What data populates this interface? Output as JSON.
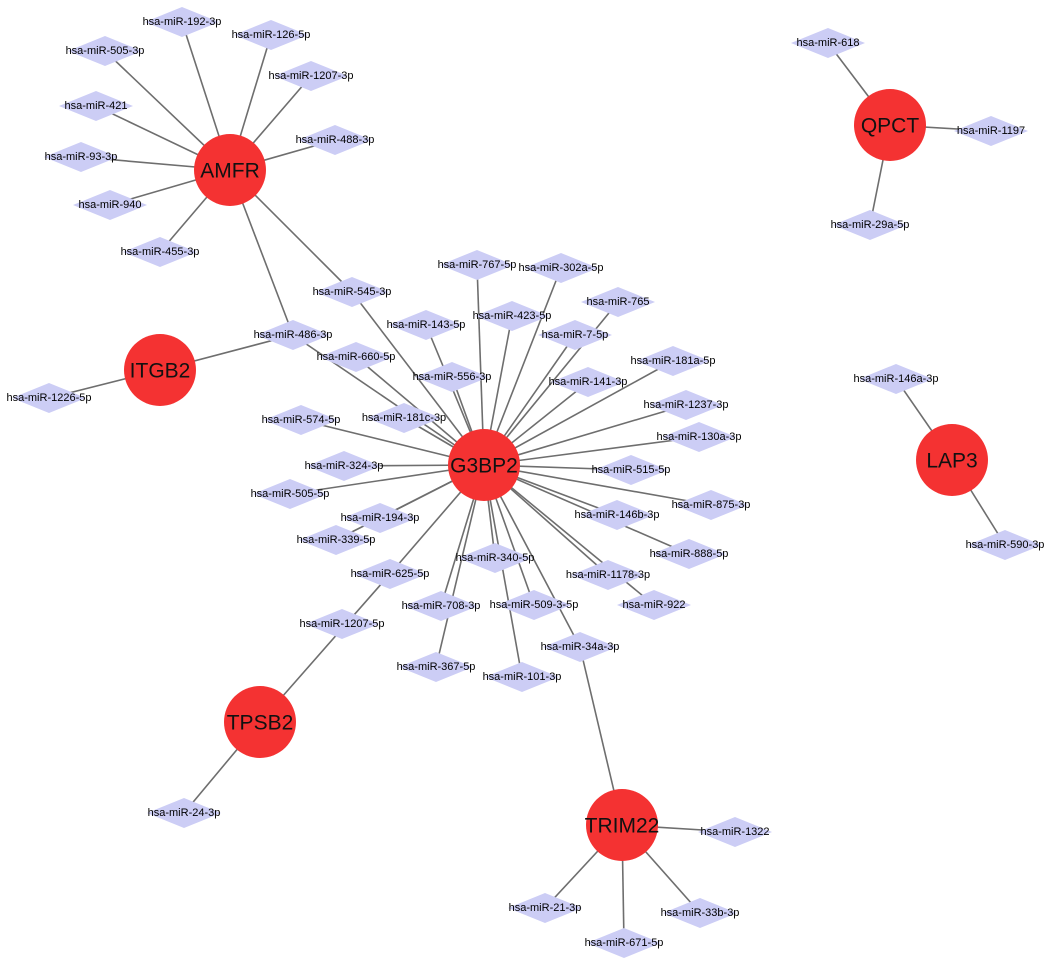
{
  "colors": {
    "gene": "#f43232",
    "mirna": "#cccdf5",
    "edge": "#6e6e6e"
  },
  "genes": [
    "AMFR",
    "ITGB2",
    "G3BP2",
    "TPSB2",
    "TRIM22",
    "QPCT",
    "LAP3"
  ],
  "mirnas": [
    "hsa-miR-192-3p",
    "hsa-miR-126-5p",
    "hsa-miR-505-3p",
    "hsa-miR-1207-3p",
    "hsa-miR-421",
    "hsa-miR-488-3p",
    "hsa-miR-93-3p",
    "hsa-miR-940",
    "hsa-miR-455-3p",
    "hsa-miR-545-3p",
    "hsa-miR-486-3p",
    "hsa-miR-1226-5p",
    "hsa-miR-767-5p",
    "hsa-miR-302a-5p",
    "hsa-miR-423-5p",
    "hsa-miR-765",
    "hsa-miR-143-5p",
    "hsa-miR-7-5p",
    "hsa-miR-660-5p",
    "hsa-miR-181a-5p",
    "hsa-miR-556-3p",
    "hsa-miR-141-3p",
    "hsa-miR-1237-3p",
    "hsa-miR-181c-3p",
    "hsa-miR-574-5p",
    "hsa-miR-130a-3p",
    "hsa-miR-324-3p",
    "hsa-miR-515-5p",
    "hsa-miR-505-5p",
    "hsa-miR-875-3p",
    "hsa-miR-194-3p",
    "hsa-miR-146b-3p",
    "hsa-miR-339-5p",
    "hsa-miR-888-5p",
    "hsa-miR-340-5p",
    "hsa-miR-625-5p",
    "hsa-miR-1178-3p",
    "hsa-miR-708-3p",
    "hsa-miR-509-3-5p",
    "hsa-miR-922",
    "hsa-miR-1207-5p",
    "hsa-miR-34a-3p",
    "hsa-miR-367-5p",
    "hsa-miR-101-3p",
    "hsa-miR-24-3p",
    "hsa-miR-1322",
    "hsa-miR-21-3p",
    "hsa-miR-33b-3p",
    "hsa-miR-671-5p",
    "hsa-miR-618",
    "hsa-miR-1197",
    "hsa-miR-29a-5p",
    "hsa-miR-146a-3p",
    "hsa-miR-590-3p"
  ],
  "edges": [
    [
      "AMFR",
      "hsa-miR-192-3p"
    ],
    [
      "AMFR",
      "hsa-miR-126-5p"
    ],
    [
      "AMFR",
      "hsa-miR-505-3p"
    ],
    [
      "AMFR",
      "hsa-miR-1207-3p"
    ],
    [
      "AMFR",
      "hsa-miR-421"
    ],
    [
      "AMFR",
      "hsa-miR-488-3p"
    ],
    [
      "AMFR",
      "hsa-miR-93-3p"
    ],
    [
      "AMFR",
      "hsa-miR-940"
    ],
    [
      "AMFR",
      "hsa-miR-455-3p"
    ],
    [
      "AMFR",
      "hsa-miR-545-3p"
    ],
    [
      "AMFR",
      "hsa-miR-486-3p"
    ],
    [
      "ITGB2",
      "hsa-miR-486-3p"
    ],
    [
      "ITGB2",
      "hsa-miR-1226-5p"
    ],
    [
      "G3BP2",
      "hsa-miR-545-3p"
    ],
    [
      "G3BP2",
      "hsa-miR-767-5p"
    ],
    [
      "G3BP2",
      "hsa-miR-302a-5p"
    ],
    [
      "G3BP2",
      "hsa-miR-423-5p"
    ],
    [
      "G3BP2",
      "hsa-miR-765"
    ],
    [
      "G3BP2",
      "hsa-miR-143-5p"
    ],
    [
      "G3BP2",
      "hsa-miR-7-5p"
    ],
    [
      "G3BP2",
      "hsa-miR-660-5p"
    ],
    [
      "G3BP2",
      "hsa-miR-181a-5p"
    ],
    [
      "G3BP2",
      "hsa-miR-556-3p"
    ],
    [
      "G3BP2",
      "hsa-miR-141-3p"
    ],
    [
      "G3BP2",
      "hsa-miR-1237-3p"
    ],
    [
      "G3BP2",
      "hsa-miR-181c-3p"
    ],
    [
      "G3BP2",
      "hsa-miR-574-5p"
    ],
    [
      "G3BP2",
      "hsa-miR-130a-3p"
    ],
    [
      "G3BP2",
      "hsa-miR-324-3p"
    ],
    [
      "G3BP2",
      "hsa-miR-515-5p"
    ],
    [
      "G3BP2",
      "hsa-miR-505-5p"
    ],
    [
      "G3BP2",
      "hsa-miR-875-3p"
    ],
    [
      "G3BP2",
      "hsa-miR-194-3p"
    ],
    [
      "G3BP2",
      "hsa-miR-146b-3p"
    ],
    [
      "G3BP2",
      "hsa-miR-339-5p"
    ],
    [
      "G3BP2",
      "hsa-miR-888-5p"
    ],
    [
      "G3BP2",
      "hsa-miR-340-5p"
    ],
    [
      "G3BP2",
      "hsa-miR-625-5p"
    ],
    [
      "G3BP2",
      "hsa-miR-1178-3p"
    ],
    [
      "G3BP2",
      "hsa-miR-708-3p"
    ],
    [
      "G3BP2",
      "hsa-miR-509-3-5p"
    ],
    [
      "G3BP2",
      "hsa-miR-922"
    ],
    [
      "G3BP2",
      "hsa-miR-34a-3p"
    ],
    [
      "G3BP2",
      "hsa-miR-367-5p"
    ],
    [
      "G3BP2",
      "hsa-miR-101-3p"
    ],
    [
      "G3BP2",
      "hsa-miR-486-3p"
    ],
    [
      "TPSB2",
      "hsa-miR-625-5p"
    ],
    [
      "TPSB2",
      "hsa-miR-24-3p"
    ],
    [
      "TRIM22",
      "hsa-miR-34a-3p"
    ],
    [
      "TRIM22",
      "hsa-miR-1322"
    ],
    [
      "TRIM22",
      "hsa-miR-21-3p"
    ],
    [
      "TRIM22",
      "hsa-miR-33b-3p"
    ],
    [
      "TRIM22",
      "hsa-miR-671-5p"
    ],
    [
      "QPCT",
      "hsa-miR-618"
    ],
    [
      "QPCT",
      "hsa-miR-1197"
    ],
    [
      "QPCT",
      "hsa-miR-29a-5p"
    ],
    [
      "LAP3",
      "hsa-miR-146a-3p"
    ],
    [
      "LAP3",
      "hsa-miR-590-3p"
    ]
  ]
}
